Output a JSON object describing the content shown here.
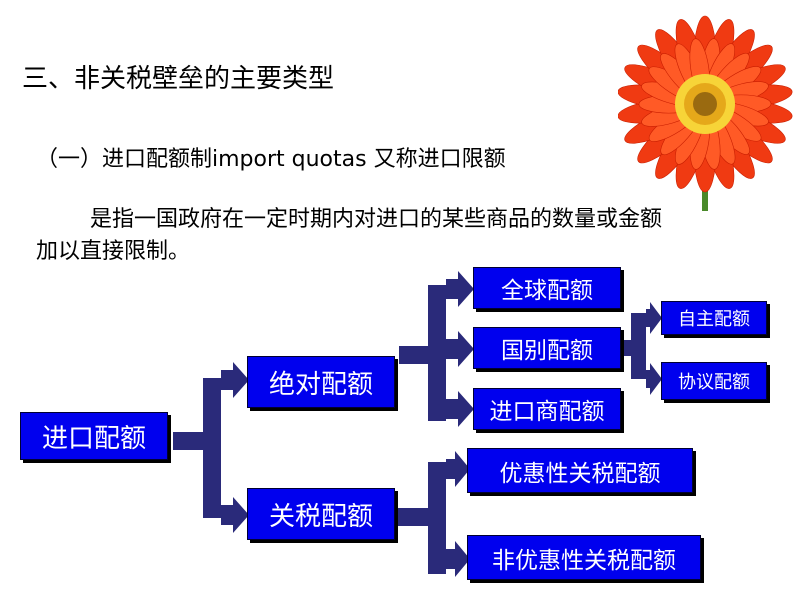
{
  "slide": {
    "title": "三、非关税壁垒的主要类型",
    "subheading": "（一）进口配额制import quotas  又称进口限额",
    "description_line1": "是指一国政府在一定时期内对进口的某些商品的数量或金额",
    "description_line2": "加以直接限制。"
  },
  "diagram": {
    "root": "进口配额",
    "absolute": "绝对配额",
    "tariff": "关税配额",
    "global": "全球配额",
    "country": "国别配额",
    "importer": "进口商配额",
    "autonomous": "自主配额",
    "agreement": "协议配额",
    "preferential": "优惠性关税配额",
    "non_preferential": "非优惠性关税配额"
  },
  "colors": {
    "box_fill": "#0000ee",
    "box_text": "#ffffff",
    "arrow": "#2a2a7a",
    "flower_petal": "#ff3c14",
    "flower_center": "#f4c21c"
  },
  "icons": {
    "flower": "gerbera-flower-image",
    "connector": "navy-bracket-arrow"
  }
}
